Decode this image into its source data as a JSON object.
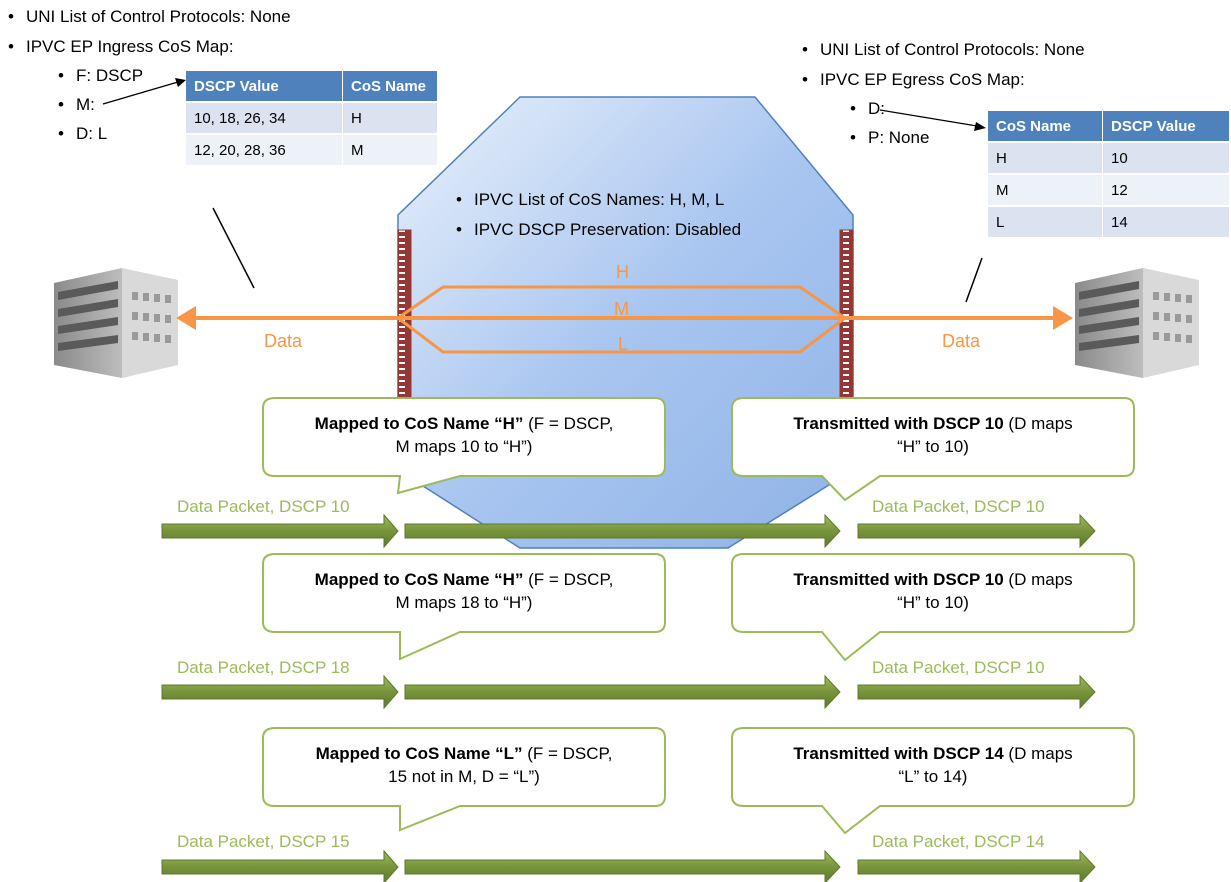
{
  "left_info": {
    "items": [
      "UNI List of Control Protocols: None",
      "IPVC EP Ingress CoS Map:"
    ],
    "sub_items": [
      "F: DSCP",
      "M:",
      "D: L"
    ]
  },
  "ingress_table": {
    "headers": [
      "DSCP Value",
      "CoS Name"
    ],
    "rows": [
      [
        "10, 18, 26, 34",
        "H"
      ],
      [
        "12, 20, 28, 36",
        "M"
      ]
    ]
  },
  "right_info": {
    "items": [
      "UNI List of Control Protocols: None",
      "IPVC EP Egress CoS Map:"
    ],
    "sub_items": [
      "D:",
      "P: None"
    ]
  },
  "egress_table": {
    "headers": [
      "CoS Name",
      "DSCP Value"
    ],
    "rows": [
      [
        "H",
        "10"
      ],
      [
        "M",
        "12"
      ],
      [
        "L",
        "14"
      ]
    ]
  },
  "ipvc_info": [
    "IPVC List of CoS Names: H, M, L",
    "IPVC DSCP Preservation: Disabled"
  ],
  "paths": {
    "h": "H",
    "m": "M",
    "l": "L",
    "data_left": "Data",
    "data_right": "Data"
  },
  "packets": [
    {
      "ingress_bold": "Mapped to CoS Name “H”",
      "ingress_rest1": " (F = DSCP,",
      "ingress_line2": "M maps 10 to “H”)",
      "egress_bold": "Transmitted with DSCP 10",
      "egress_rest1": " (D maps",
      "egress_line2": "“H” to 10)",
      "in_label": "Data Packet, DSCP 10",
      "out_label": "Data Packet, DSCP 10"
    },
    {
      "ingress_bold": "Mapped to CoS Name “H”",
      "ingress_rest1": " (F = DSCP,",
      "ingress_line2": "M maps 18 to “H”)",
      "egress_bold": "Transmitted with DSCP 10",
      "egress_rest1": " (D maps",
      "egress_line2": "“H” to 10)",
      "in_label": "Data Packet, DSCP 18",
      "out_label": "Data Packet, DSCP 10"
    },
    {
      "ingress_bold": "Mapped to CoS Name “L”",
      "ingress_rest1": " (F = DSCP,",
      "ingress_line2": "15 not in M, D = “L”)",
      "egress_bold": "Transmitted with DSCP 14",
      "egress_rest1": " (D maps",
      "egress_line2": "“L” to 14)",
      "in_label": "Data Packet, DSCP 15",
      "out_label": "Data Packet, DSCP 14"
    }
  ],
  "colors": {
    "orange": "#f79646",
    "green": "#9bbb59",
    "green_dark": "#77933c",
    "blue": "#4f81bd",
    "red": "#953735"
  }
}
